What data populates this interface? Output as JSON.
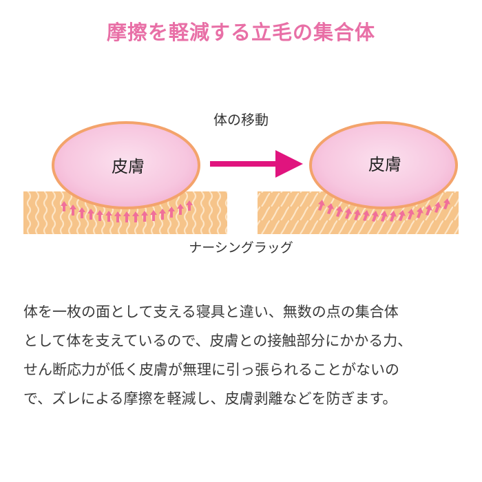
{
  "title": "摩擦を軽減する立毛の集合体",
  "diagram": {
    "movement_label": "体の移動",
    "skin_label_left": "皮膚",
    "skin_label_right": "皮膚",
    "rug_label": "ナーシングラッグ",
    "colors": {
      "title": "#e86fa6",
      "skin_fill": "#f7c9e0",
      "skin_edge": "#f0a070",
      "rug": "#f6c48a",
      "rug_wave": "#fbe3c2",
      "arrow": "#e0147e",
      "up_arrows": "#f06f9a"
    }
  },
  "description": {
    "lines": [
      "体を一枚の面として支える寝具と違い、無数の点の集合体",
      "として体を支えているので、皮膚との接触部分にかかる力、",
      "せん断応力が低く皮膚が無理に引っ張られることがないの",
      "で、ズレによる摩擦を軽減し、皮膚剥離などを防ぎます。"
    ]
  }
}
